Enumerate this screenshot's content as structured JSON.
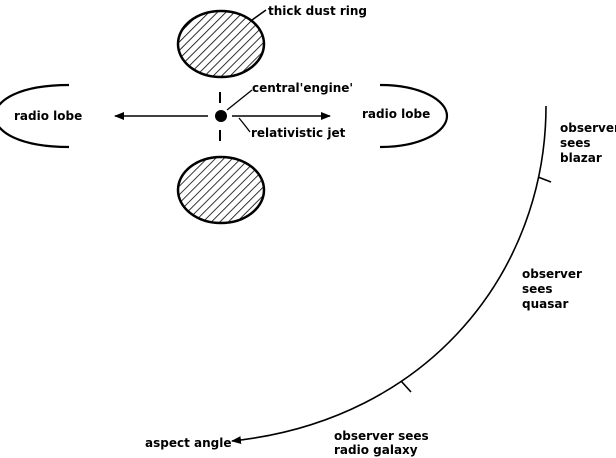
{
  "labels": {
    "dust_ring": "thick dust ring",
    "engine": "central'engine'",
    "jet": "relativistic jet",
    "lobe_left": "radio lobe",
    "lobe_right": "radio lobe",
    "blazar": [
      "observer",
      "sees",
      "blazar"
    ],
    "quasar": [
      "observer",
      "sees",
      "quasar"
    ],
    "galaxy": [
      "observer sees",
      "radio galaxy"
    ],
    "aspect_angle": "aspect angle"
  },
  "colors": {
    "ink": "#000000",
    "background": "#ffffff"
  }
}
